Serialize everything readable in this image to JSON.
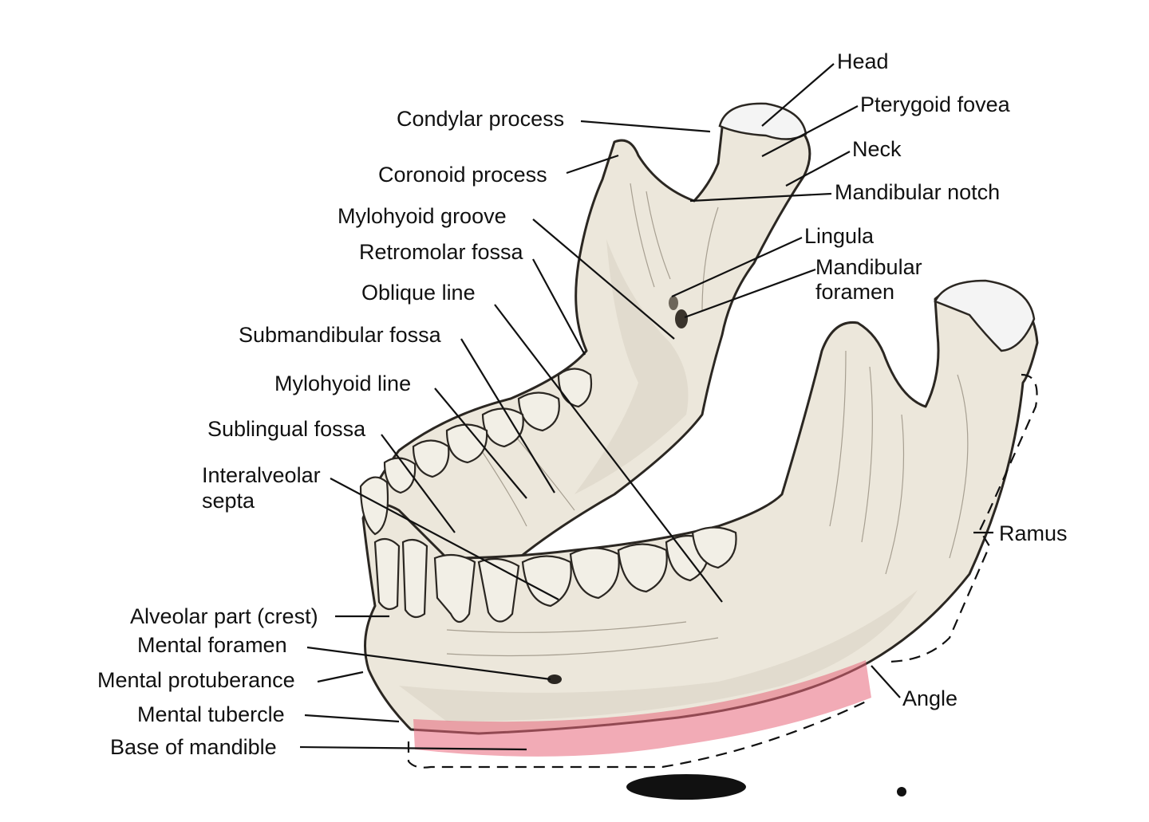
{
  "labels": {
    "head": "Head",
    "pterygoid_fovea": "Pterygoid fovea",
    "condylar_process": "Condylar process",
    "neck": "Neck",
    "coronoid_process": "Coronoid process",
    "mandibular_notch": "Mandibular notch",
    "mylohyoid_groove": "Mylohyoid groove",
    "lingula": "Lingula",
    "retromolar_fossa": "Retromolar fossa",
    "mandibular_foramen_1": "Mandibular",
    "mandibular_foramen_2": "foramen",
    "oblique_line": "Oblique line",
    "submandibular_fossa": "Submandibular fossa",
    "mylohyoid_line": "Mylohyoid line",
    "sublingual_fossa": "Sublingual fossa",
    "interalveolar_septa_1": "Interalveolar",
    "interalveolar_septa_2": "septa",
    "ramus": "Ramus",
    "alveolar_part": "Alveolar part (crest)",
    "mental_foramen": "Mental foramen",
    "mental_protuberance": "Mental protuberance",
    "angle": "Angle",
    "mental_tubercle": "Mental tubercle",
    "base_of_mandible": "Base of mandible"
  },
  "colors": {
    "bone": "#ece7db",
    "outline": "#2b2722",
    "base_highlight": "#e8667a",
    "ink": "#111111"
  },
  "icons": [
    "mandible-illustration",
    "ramus-bracket",
    "base-of-mandible-highlight"
  ]
}
